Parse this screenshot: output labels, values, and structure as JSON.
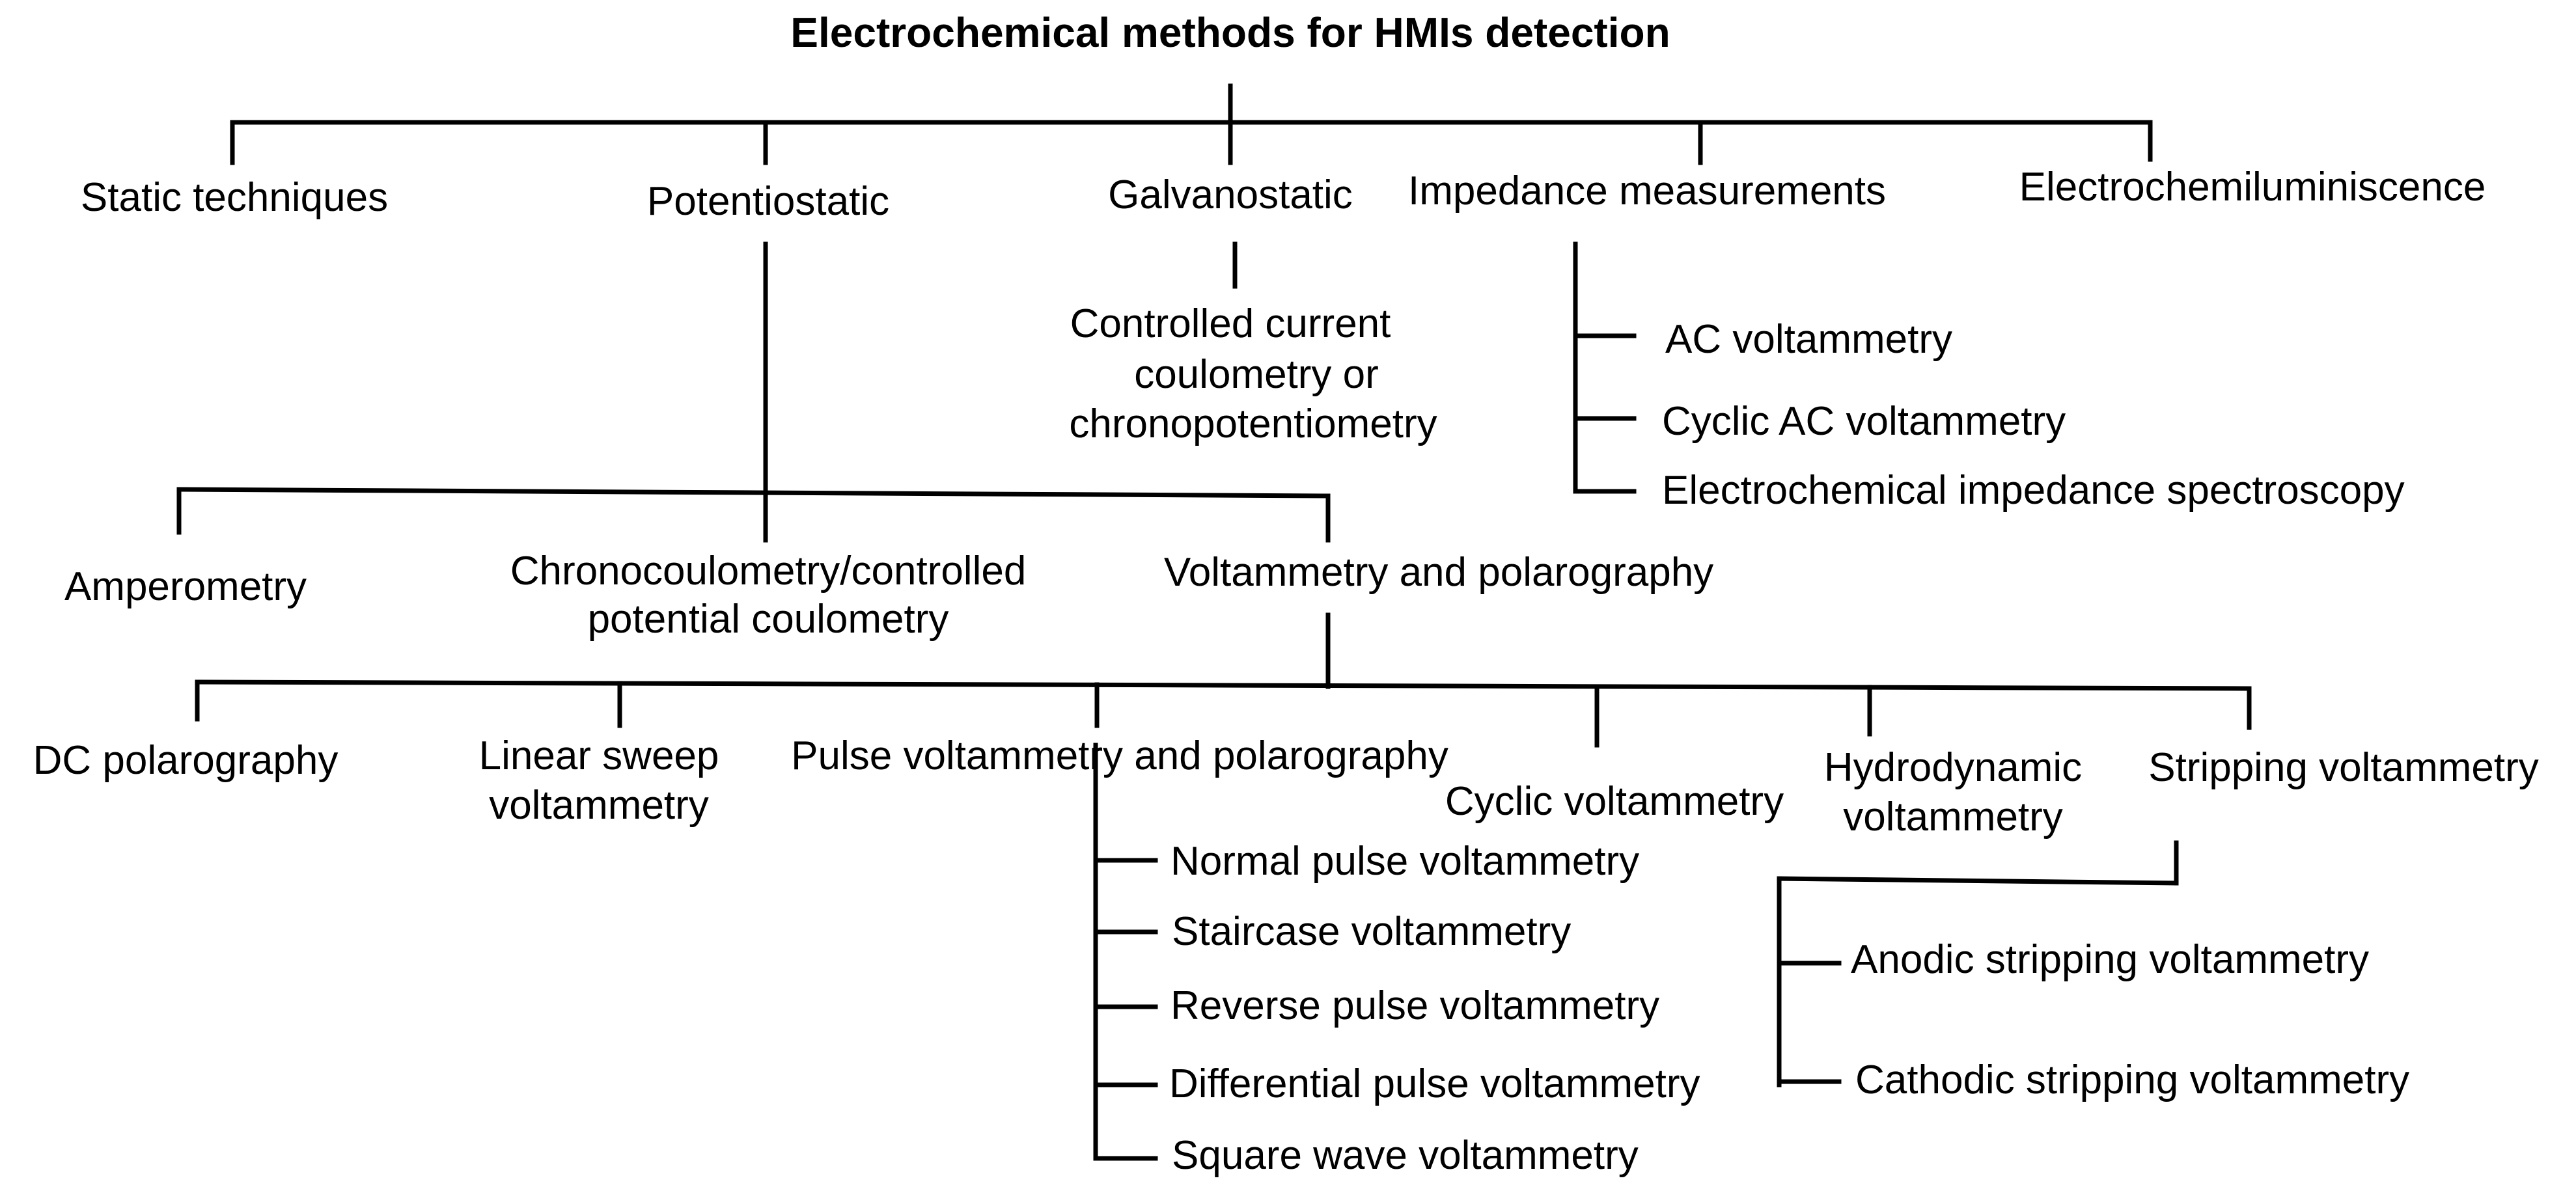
{
  "title": "Electrochemical methods for HMIs detection",
  "level1": {
    "static": "Static techniques",
    "potentiostatic": "Potentiostatic",
    "galvanostatic": "Galvanostatic",
    "impedance": "Impedance measurements",
    "ecl": "Electrochemiluminiscence"
  },
  "galvanostatic_children": {
    "controlled_current": [
      "Controlled current",
      "coulometry or",
      "chronopotentiometry"
    ]
  },
  "impedance_children": [
    "AC voltammetry",
    "Cyclic AC voltammetry",
    "Electrochemical impedance spectroscopy"
  ],
  "potentiostatic_children": {
    "amperometry": "Amperometry",
    "chronocoulometry": [
      "Chronocoulometry/controlled",
      "potential coulometry"
    ],
    "voltammetry": "Voltammetry and polarography"
  },
  "voltammetry_children": {
    "dc": "DC polarography",
    "linear": [
      "Linear sweep",
      "voltammetry"
    ],
    "pulse": "Pulse voltammetry and polarography",
    "cyclic": "Cyclic voltammetry",
    "hydrodynamic": [
      "Hydrodynamic",
      "voltammetry"
    ],
    "stripping": "Stripping voltammetry"
  },
  "pulse_children": [
    "Normal pulse voltammetry",
    "Staircase voltammetry",
    "Reverse pulse voltammetry",
    "Differential pulse voltammetry",
    "Square wave voltammetry"
  ],
  "stripping_children": [
    "Anodic stripping voltammetry",
    "Cathodic stripping voltammetry"
  ]
}
